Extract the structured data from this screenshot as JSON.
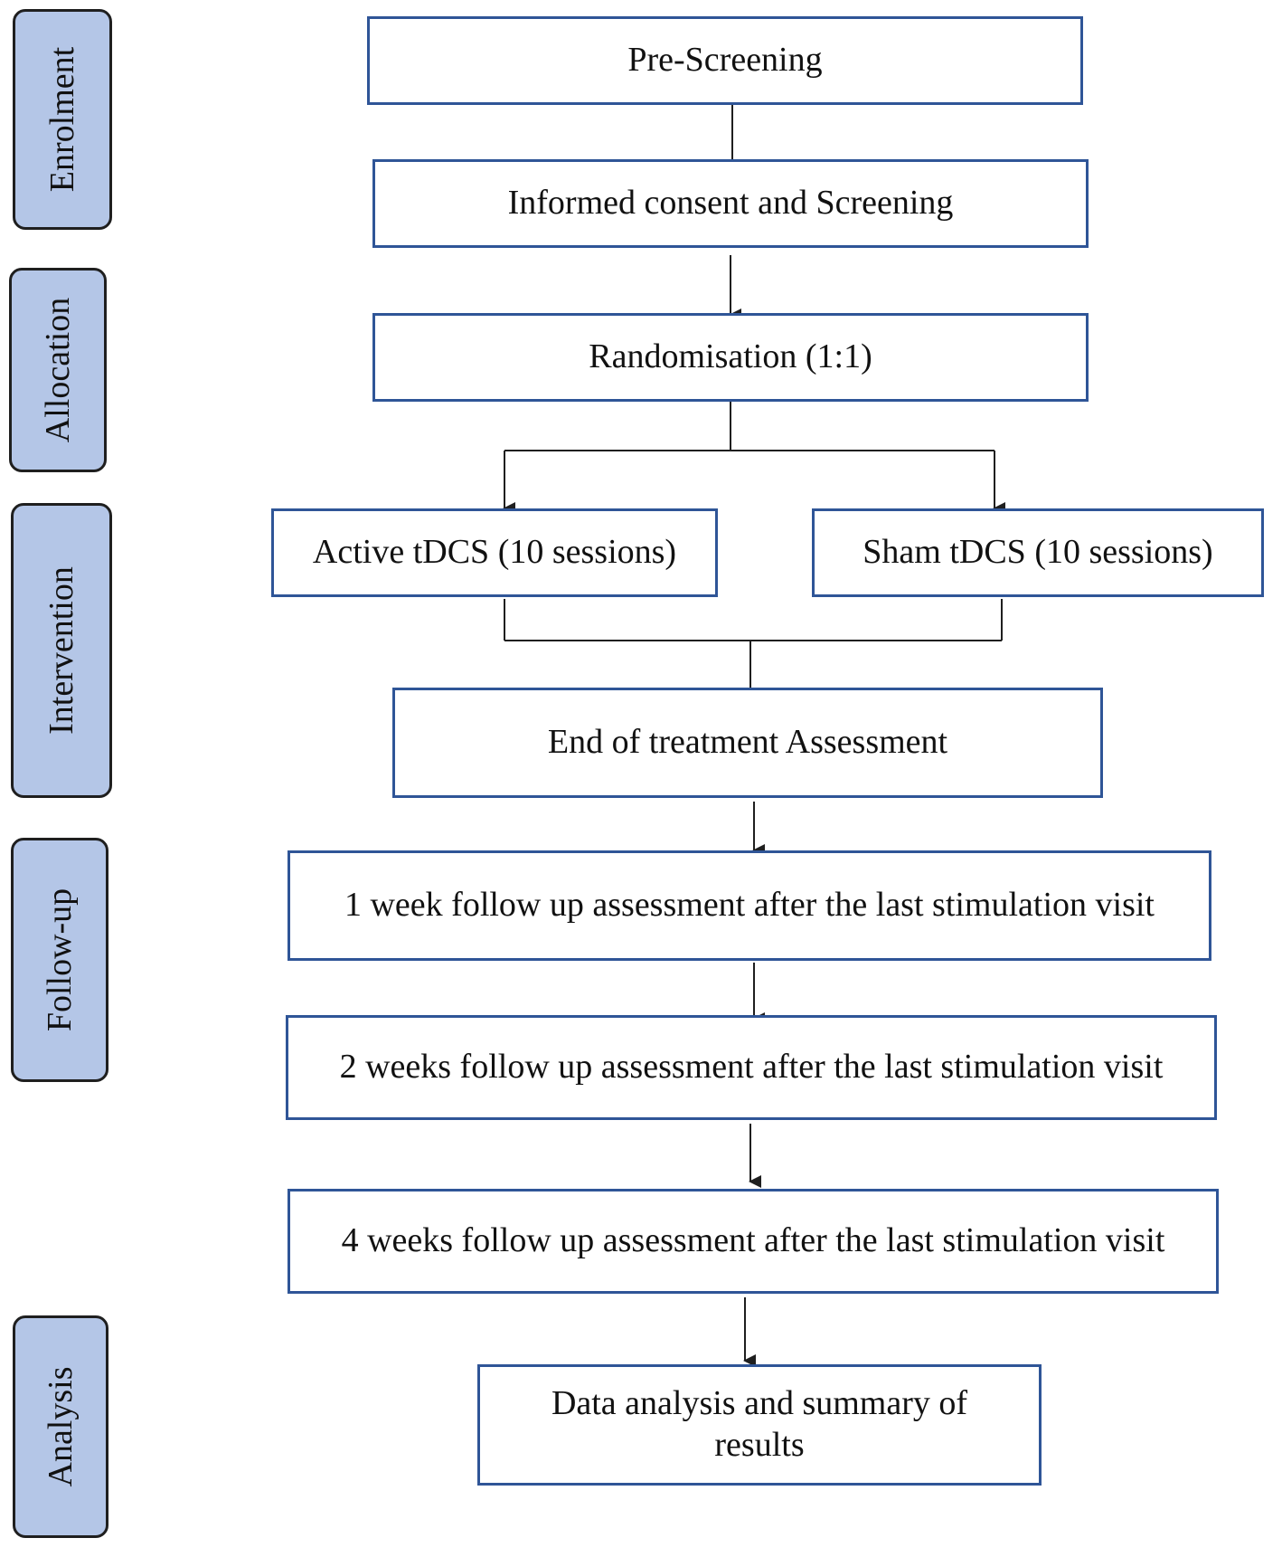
{
  "phases": {
    "enrolment": "Enrolment",
    "allocation": "Allocation",
    "intervention": "Intervention",
    "followup": "Follow-up",
    "analysis": "Analysis"
  },
  "steps": {
    "prescreening": "Pre-Screening",
    "consent": "Informed consent and Screening",
    "randomisation": "Randomisation (1:1)",
    "active": "Active tDCS (10 sessions)",
    "sham": "Sham tDCS (10 sessions)",
    "end_assessment": "End of treatment Assessment",
    "followup_1wk": "1 week follow up assessment after the last stimulation visit",
    "followup_2wk": "2 weeks follow up assessment after the last stimulation visit",
    "followup_4wk": "4 weeks follow up assessment after the last stimulation visit",
    "analysis": "Data analysis and summary of results"
  },
  "colors": {
    "phase_fill": "#b4c6e7",
    "box_border": "#2f5597",
    "connector": "#1f1f1f"
  }
}
